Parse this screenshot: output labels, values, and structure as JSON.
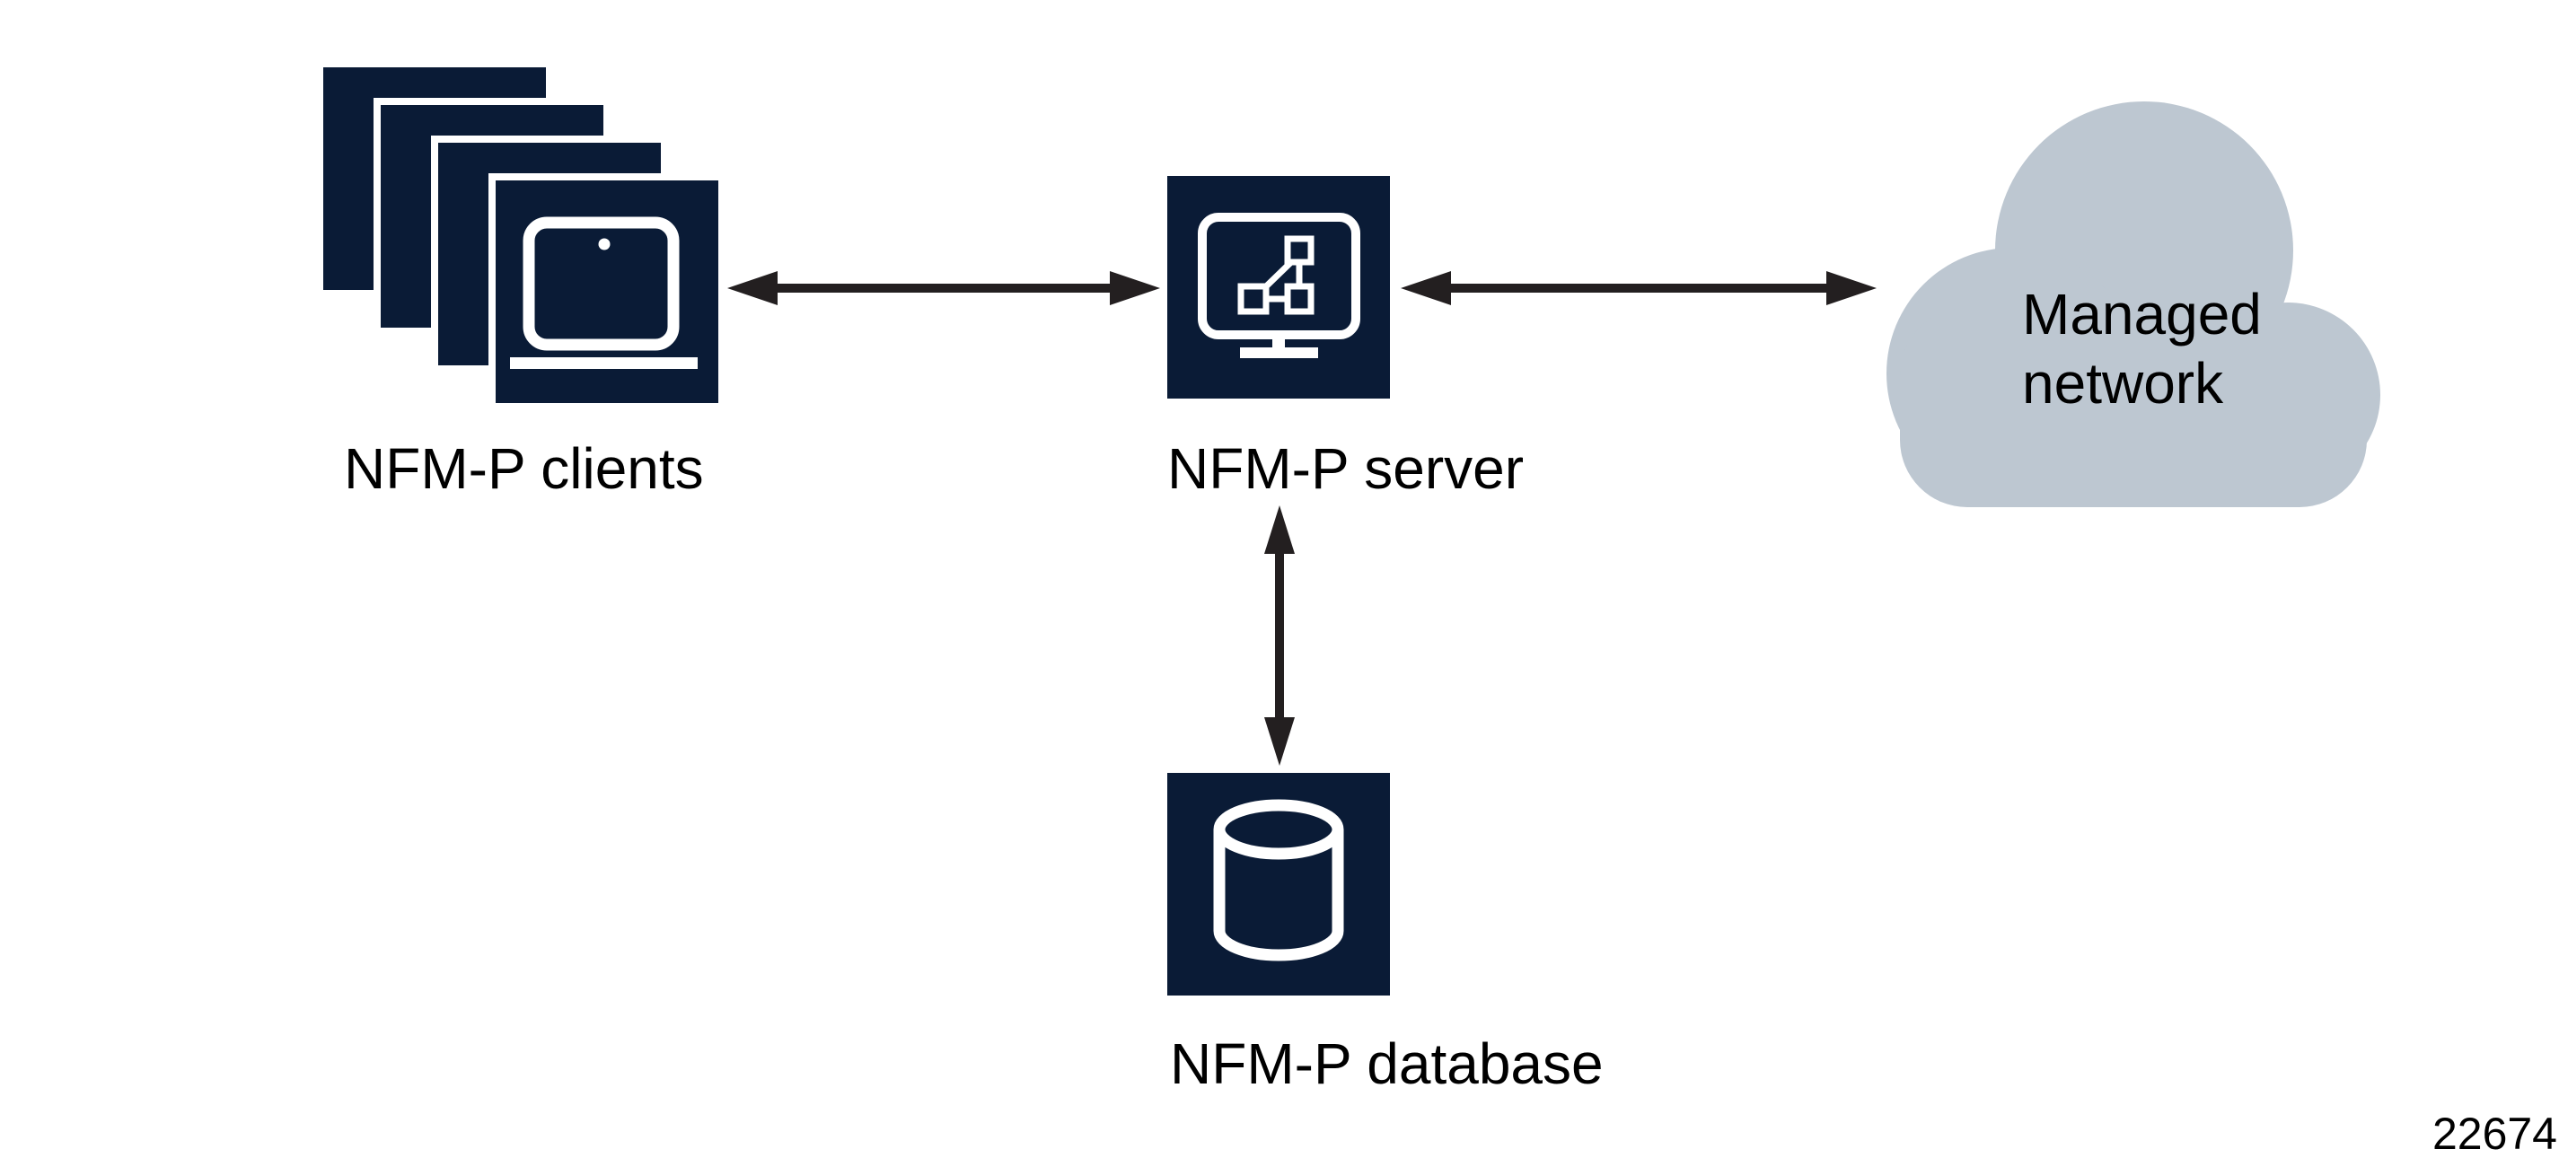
{
  "diagram": {
    "figure_number": "22674",
    "nodes": {
      "clients": {
        "label": "NFM-P clients",
        "icon": "laptop-icon",
        "stack_count": 4,
        "fill": "#0a1b36"
      },
      "server": {
        "label": "NFM-P server",
        "icon": "monitor-topology-icon",
        "fill": "#0a1b36"
      },
      "database": {
        "label": "NFM-P database",
        "icon": "database-cylinder-icon",
        "fill": "#0a1b36"
      },
      "managed_network": {
        "label": "Managed network",
        "shape": "cloud",
        "fill": "#bdc7d1"
      }
    },
    "connections": [
      {
        "from": "clients",
        "to": "server",
        "type": "bidirectional-arrow",
        "orientation": "horizontal"
      },
      {
        "from": "server",
        "to": "managed_network",
        "type": "bidirectional-arrow",
        "orientation": "horizontal"
      },
      {
        "from": "server",
        "to": "database",
        "type": "bidirectional-arrow",
        "orientation": "vertical"
      }
    ],
    "colors": {
      "node_fill": "#0a1b36",
      "cloud_fill": "#bdc7d1",
      "arrow": "#231f20",
      "text": "#000000",
      "icon_stroke": "#ffffff",
      "bg": "#ffffff"
    }
  }
}
